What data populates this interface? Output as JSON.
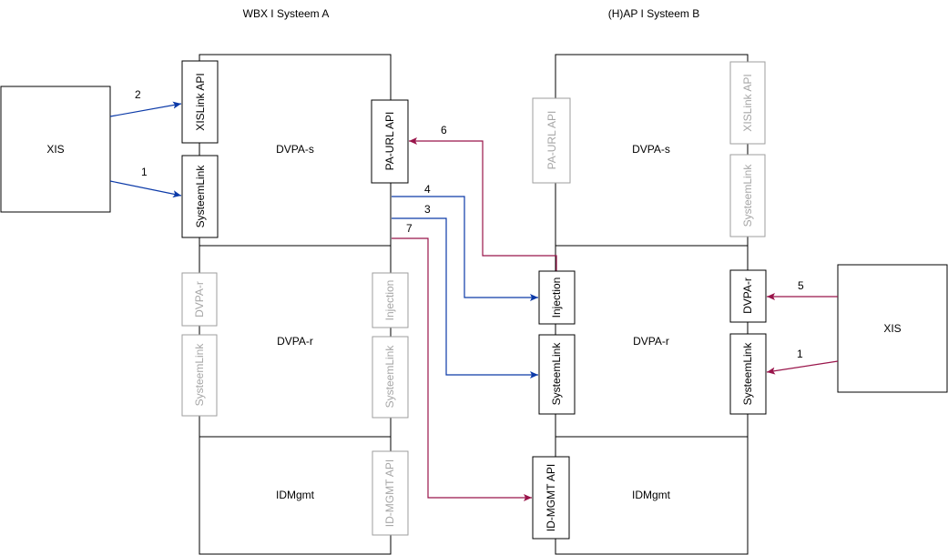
{
  "colors": {
    "blue": "#0c3aa8",
    "red": "#99144a",
    "muted": "#a6a6a6",
    "ink": "#000000"
  },
  "titles": {
    "system_a": "WBX I Systeem A",
    "system_b": "(H)AP I Systeem B"
  },
  "xis_left": "XIS",
  "xis_right": "XIS",
  "system_a": {
    "dvpa_s": "DVPA-s",
    "dvpa_r": "DVPA-r",
    "idmgmt": "IDMgmt",
    "xislink_api": "XISLink API",
    "systeemlink_s": "SysteemLink",
    "pa_url_api": "PA-URL API",
    "dvpa_r_comp": "DVPA-r",
    "systeemlink_r_left": "SysteemLink",
    "injection": "Injection",
    "systeemlink_r_right": "SysteemLink",
    "id_mgmt_api": "ID-MGMT API"
  },
  "system_b": {
    "dvpa_s": "DVPA-s",
    "dvpa_r": "DVPA-r",
    "idmgmt": "IDMgmt",
    "pa_url_api": "PA-URL API",
    "xislink_api": "XISLink API",
    "systeemlink_s": "SysteemLink",
    "injection": "Injection",
    "systeemlink_r_left": "SysteemLink",
    "dvpa_r_comp": "DVPA-r",
    "systeemlink_r_right": "SysteemLink",
    "id_mgmt_api": "ID-MGMT API"
  },
  "arrows": {
    "a2": "2",
    "a1_left": "1",
    "a6": "6",
    "a4": "4",
    "a3": "3",
    "a7": "7",
    "a5": "5",
    "a1_right": "1"
  }
}
